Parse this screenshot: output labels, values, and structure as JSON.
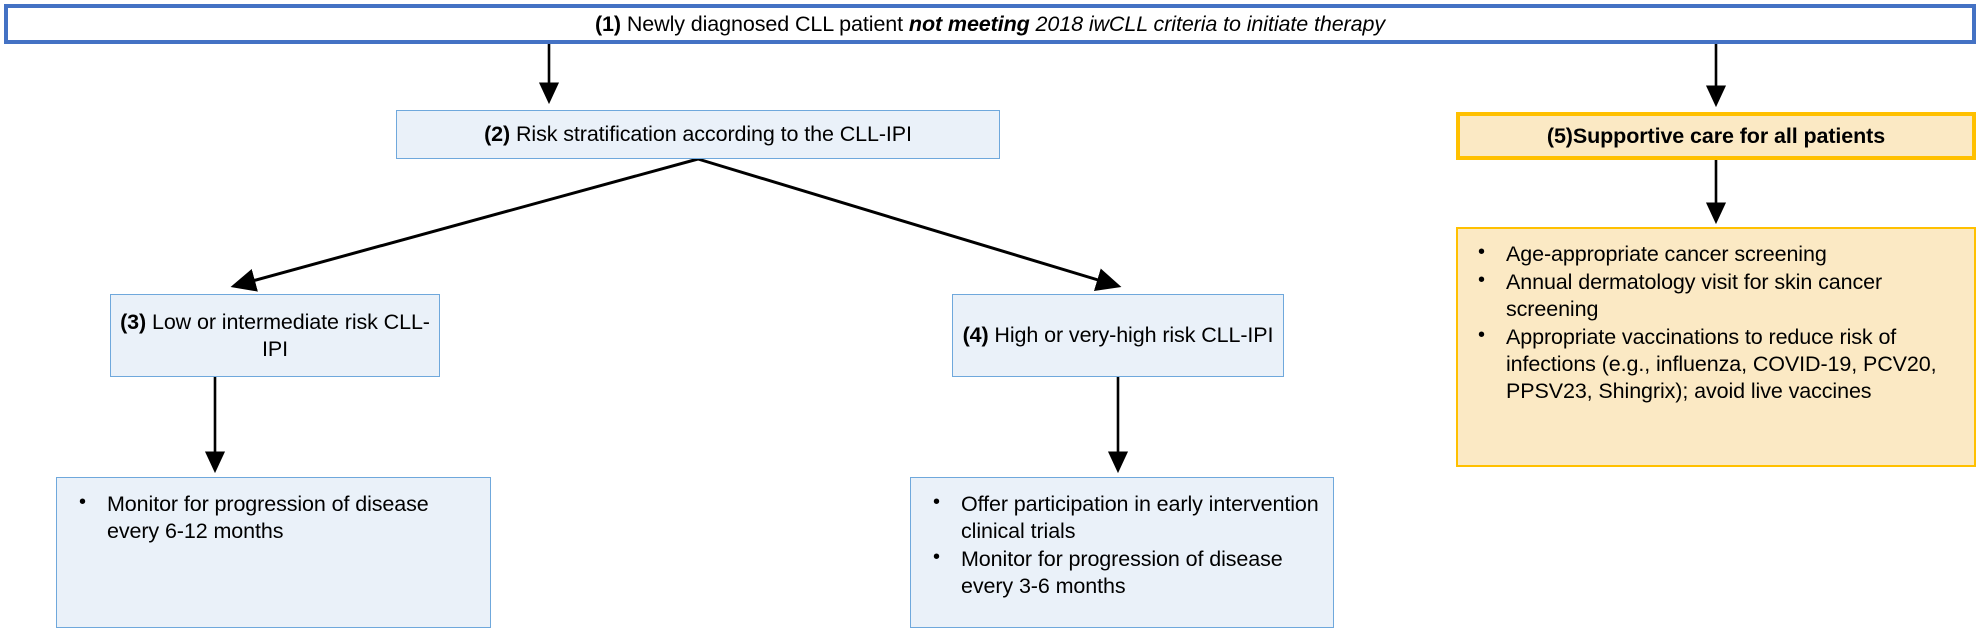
{
  "diagram": {
    "title": "CLL early-stage management flowchart",
    "colors": {
      "blue_border": "#4472C4",
      "blue_box_border": "#6FA8DC",
      "blue_box_fill": "#EAF1F9",
      "gold_border": "#FFC000",
      "gold_fill": "#FBE9C4",
      "arrow": "#000000"
    }
  },
  "nodes": {
    "n1": {
      "number": "(1)",
      "text_plain": "(1) Newly diagnosed CLL patient not meeting 2018 iwCLL criteria to initiate therapy",
      "part_regular": " Newly diagnosed CLL patient ",
      "part_bold_italic": "not meeting",
      "part_italic": " 2018 iwCLL criteria to initiate therapy"
    },
    "n2": {
      "number": "(2)",
      "text": " Risk stratification according to the CLL-IPI",
      "text_plain": "(2) Risk stratification according to the CLL-IPI"
    },
    "n3": {
      "number": "(3)",
      "text": " Low or intermediate risk CLL-IPI",
      "text_plain": "(3) Low or intermediate risk CLL-IPI"
    },
    "n4": {
      "number": "(4)",
      "text": " High or very-high risk CLL-IPI",
      "text_plain": "(4) High or very-high risk CLL-IPI"
    },
    "n3_actions": {
      "bullets": [
        "Monitor for progression of disease every 6-12 months"
      ]
    },
    "n4_actions": {
      "bullets": [
        "Offer participation in early intervention clinical trials",
        "Monitor for progression of disease every 3-6 months"
      ]
    },
    "n5": {
      "number": "(5)",
      "text": "Supportive care for all patients",
      "text_plain": "(5)Supportive care for all patients"
    },
    "n5_actions": {
      "bullets": [
        "Age-appropriate cancer screening",
        "Annual dermatology visit for skin cancer screening",
        "Appropriate vaccinations to reduce risk of infections (e.g., influenza, COVID-19, PCV20, PPSV23, Shingrix); avoid live vaccines"
      ]
    }
  }
}
